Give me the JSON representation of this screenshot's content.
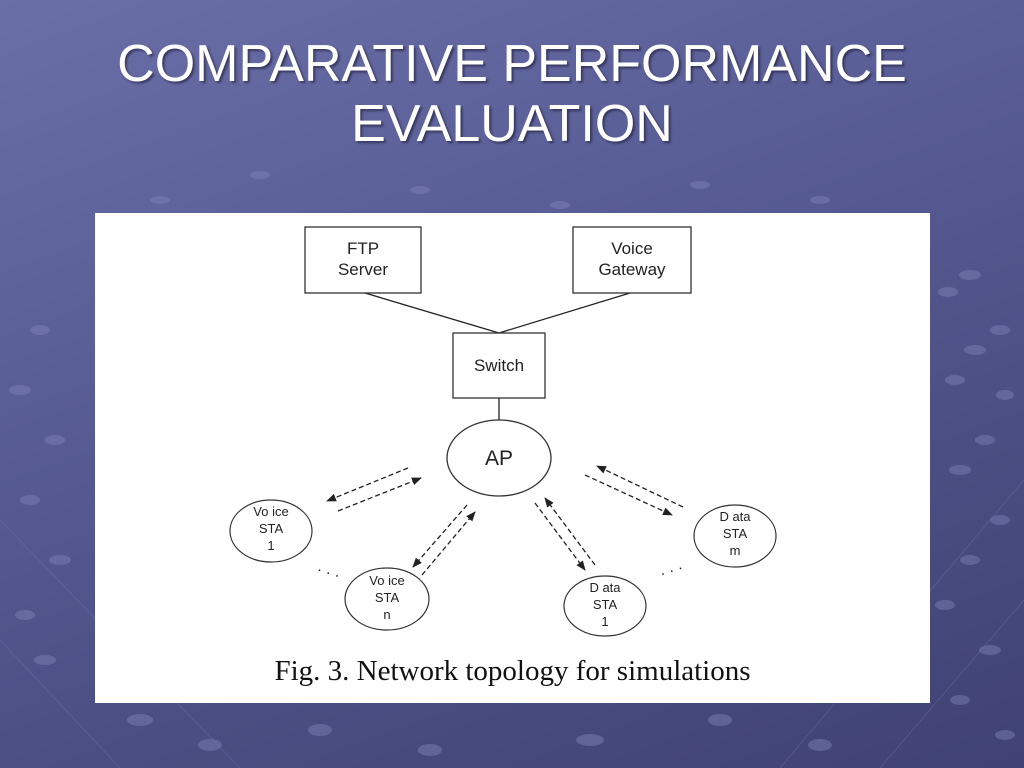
{
  "slide": {
    "title_lines": [
      "COMPARATIVE PERFORMANCE",
      "EVALUATION"
    ]
  },
  "figure": {
    "caption": "Fig. 3. Network topology for simulations",
    "nodes": {
      "ftp_server": [
        "FTP",
        "Server"
      ],
      "voice_gateway": [
        "Voice",
        "Gateway"
      ],
      "switch": "Switch",
      "ap": "AP",
      "voice_sta_1": [
        "Vo ice",
        "STA",
        "1"
      ],
      "voice_sta_n": [
        "Vo ice",
        "STA",
        "n"
      ],
      "data_sta_1": [
        "D ata",
        "STA",
        "1"
      ],
      "data_sta_m": [
        "D ata",
        "STA",
        "m"
      ]
    },
    "ellipsis": "· · ·"
  },
  "colors": {
    "background": "#5a5e96",
    "title": "#ffffff",
    "panel": "#ffffff",
    "ink": "#222222"
  }
}
